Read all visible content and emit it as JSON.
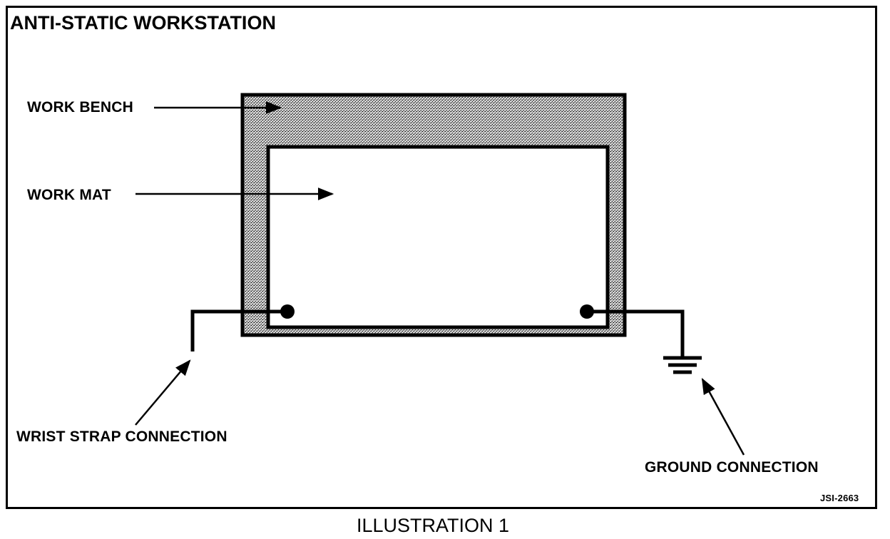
{
  "diagram": {
    "title": "ANTI-STATIC WORKSTATION",
    "labels": {
      "work_bench": "WORK BENCH",
      "work_mat": "WORK MAT",
      "wrist_strap": "WRIST STRAP CONNECTION",
      "ground": "GROUND CONNECTION"
    },
    "figure_code": "JSI-2663",
    "caption": "ILLUSTRATION 1"
  },
  "colors": {
    "line": "#000000",
    "bench_fill": "#a9a9a9",
    "mat_fill": "#ffffff"
  },
  "icons": [
    "ground-symbol-icon",
    "connection-dot-icon",
    "arrow-icon"
  ]
}
